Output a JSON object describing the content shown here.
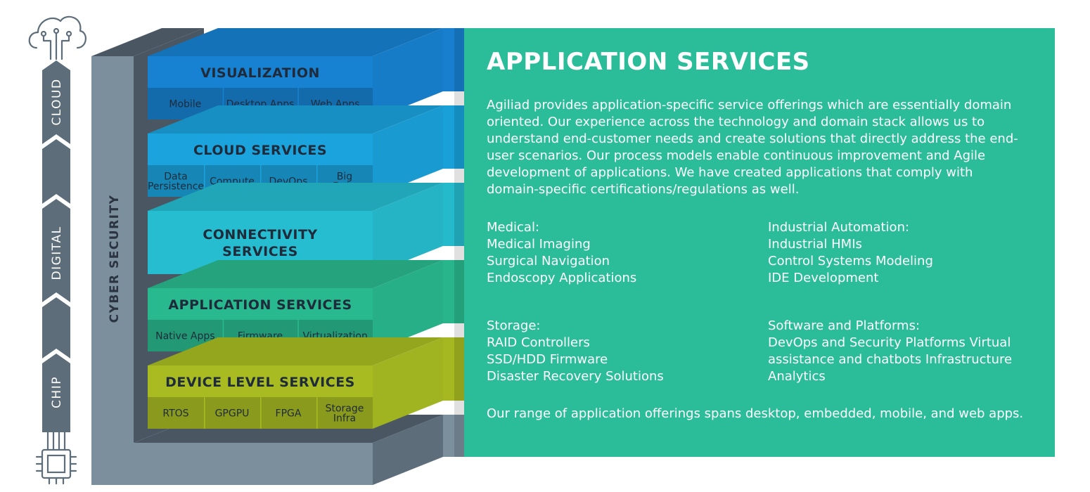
{
  "side_labels": [
    "CLOUD",
    "DIGITAL",
    "CHIP"
  ],
  "icons": {
    "top": "cloud-circuit-icon",
    "bottom": "microchip-icon"
  },
  "cyber_security_label": "CYBER SECURITY",
  "colors": {
    "frame_dark": "#4a5763",
    "frame_mid": "#5d6d7a",
    "frame_light": "#7b8f9c",
    "visualization": "#1782d1",
    "cloud_services": "#1aa3dd",
    "connectivity": "#26bdd0",
    "application": "#29b98e",
    "device": "#a8bc22",
    "panel": "#2bbd99",
    "icon_stroke": "#5d6d7a"
  },
  "layers": [
    {
      "id": "visualization",
      "title": [
        "VISUALIZATION"
      ],
      "cells": [
        [
          "Mobile"
        ],
        [
          "Desktop Apps"
        ],
        [
          "Web Apps"
        ]
      ]
    },
    {
      "id": "cloud",
      "title": [
        "CLOUD SERVICES"
      ],
      "cells": [
        [
          "Data",
          "Persistence"
        ],
        [
          "Compute"
        ],
        [
          "DevOps"
        ],
        [
          "Big",
          "Data"
        ]
      ]
    },
    {
      "id": "connectivity",
      "title": [
        "CONNECTIVITY",
        "SERVICES"
      ],
      "cells": []
    },
    {
      "id": "application",
      "title": [
        "APPLICATION SERVICES"
      ],
      "cells": [
        [
          "Native Apps"
        ],
        [
          "Firmware"
        ],
        [
          "Virtualization"
        ]
      ]
    },
    {
      "id": "device",
      "title": [
        "DEVICE LEVEL SERVICES"
      ],
      "cells": [
        [
          "RTOS"
        ],
        [
          "GPGPU"
        ],
        [
          "FPGA"
        ],
        [
          "Storage",
          "Infra"
        ]
      ]
    }
  ],
  "panel": {
    "title": "APPLICATION SERVICES",
    "intro": "Agiliad provides application-specific service offerings which are essentially domain oriented. Our experience across the technology and domain stack allows us to understand end-customer needs and create solutions that directly address the end-user scenarios. Our process models enable continuous improvement and Agile development of applications. We have created applications that comply with domain-specific certifications/regulations as well.",
    "groups": [
      {
        "heading": "Medical:",
        "items": [
          "Medical Imaging",
          "Surgical Navigation",
          "Endoscopy Applications"
        ]
      },
      {
        "heading": "Industrial Automation:",
        "items": [
          "Industrial HMIs",
          "Control Systems Modeling",
          "IDE Development"
        ]
      },
      {
        "heading": "Storage:",
        "items": [
          "RAID Controllers",
          "SSD/HDD Firmware",
          "Disaster Recovery Solutions"
        ]
      },
      {
        "heading": "Software and Platforms:",
        "items": [
          "DevOps and Security Platforms Virtual",
          "assistance and chatbots Infrastructure",
          "Analytics"
        ]
      }
    ],
    "footer": "Our range of application offerings spans desktop, embedded, mobile, and web apps."
  }
}
